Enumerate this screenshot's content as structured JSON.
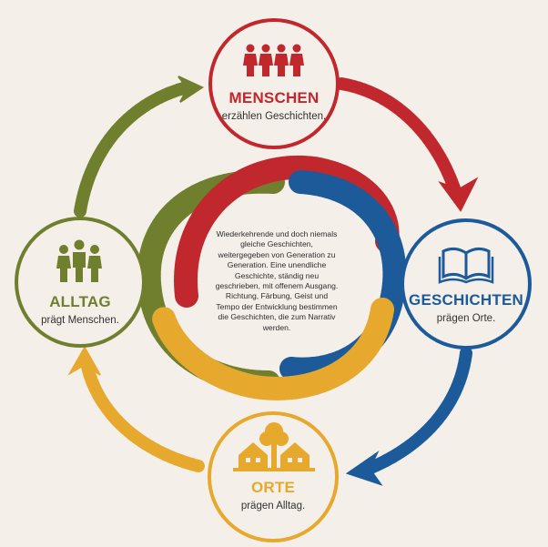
{
  "colors": {
    "red": "#c0282d",
    "blue": "#1c5a9a",
    "yellow": "#e6a92e",
    "green": "#6f7f2e",
    "background": "#f4efe9"
  },
  "nodes": {
    "menschen": {
      "title": "MENSCHEN",
      "subtitle": "erzählen Geschichten.",
      "icon": "four-people-icon"
    },
    "geschichten": {
      "title": "GESCHICHTEN",
      "subtitle": "prägen Orte.",
      "icon": "open-book-icon"
    },
    "orte": {
      "title": "ORTE",
      "subtitle": "prägen Alltag.",
      "icon": "houses-and-tree-icon"
    },
    "alltag": {
      "title": "ALLTAG",
      "subtitle": "prägt Menschen.",
      "icon": "family-icon"
    }
  },
  "center_text": "Wiederkehrende und doch niemals gleiche Geschichten, weitergegeben von Generation zu Generation. Eine unendliche Geschichte, ständig neu geschrieben, mit offenem Ausgang. Richtung, Färbung, Geist und Tempo der Entwicklung bestimmen die Geschichten, die zum Narrativ werden."
}
